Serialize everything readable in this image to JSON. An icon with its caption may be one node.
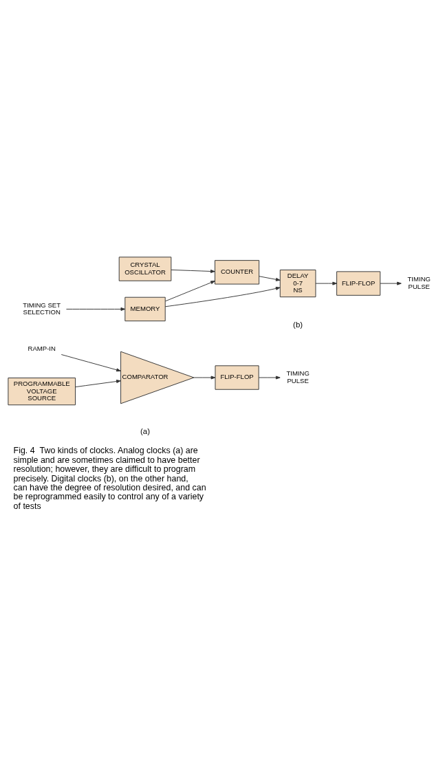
{
  "diagram": {
    "caption": "Fig. 4  Two kinds of clocks. Analog clocks (a) are simple and are sometimes claimed to have better resolution; however, they are difficult to program precisely. Digital clocks (b), on the other hand, can have the degree of resolution desired, and can be reprogrammed easily to control any of a variety of tests",
    "nodes": [
      {
        "text": [
          "RAMP-IN"
        ]
      },
      {
        "text": [
          "COMPARATOR"
        ]
      },
      {
        "text": [
          "PROGRAMMABLE VOLTAGE SOURCE"
        ]
      },
      {
        "text": [
          "FLIP-FLOP"
        ]
      },
      {
        "text": [
          "TIMING PULSE"
        ]
      },
      {
        "text": [
          "TIMING SET SELECTION"
        ]
      },
      {
        "text": [
          "MEMORY"
        ]
      },
      {
        "text": [
          "CRYSTAL OSCILLATOR"
        ]
      },
      {
        "text": [
          "COUNTER"
        ]
      },
      {
        "text": [
          "DELAY 0-7 NS"
        ]
      },
      {
        "text": [
          "FLIP-FLOP"
        ]
      },
      {
        "text": [
          "TIMING PULSE"
        ]
      }
    ],
    "edges": [
      {
        "from": 0,
        "to": 1,
        "arrow": "to"
      },
      {
        "from": 2,
        "to": 1,
        "arrow": "to"
      },
      {
        "from": 1,
        "to": 3,
        "arrow": "to"
      },
      {
        "from": 3,
        "to": 4,
        "arrow": "to"
      },
      {
        "from": 5,
        "to": 6,
        "arrow": "to"
      },
      {
        "from": 6,
        "to": 8,
        "arrow": "to"
      },
      {
        "from": 7,
        "to": 8,
        "arrow": "to"
      },
      {
        "from": 8,
        "to": 9,
        "arrow": "to"
      },
      {
        "from": 6,
        "to": 9,
        "arrow": "to"
      },
      {
        "from": 9,
        "to": 10,
        "arrow": "to"
      },
      {
        "from": 10,
        "to": 11,
        "arrow": "to"
      }
    ],
    "labels": [
      "(a)",
      "(b)"
    ]
  }
}
